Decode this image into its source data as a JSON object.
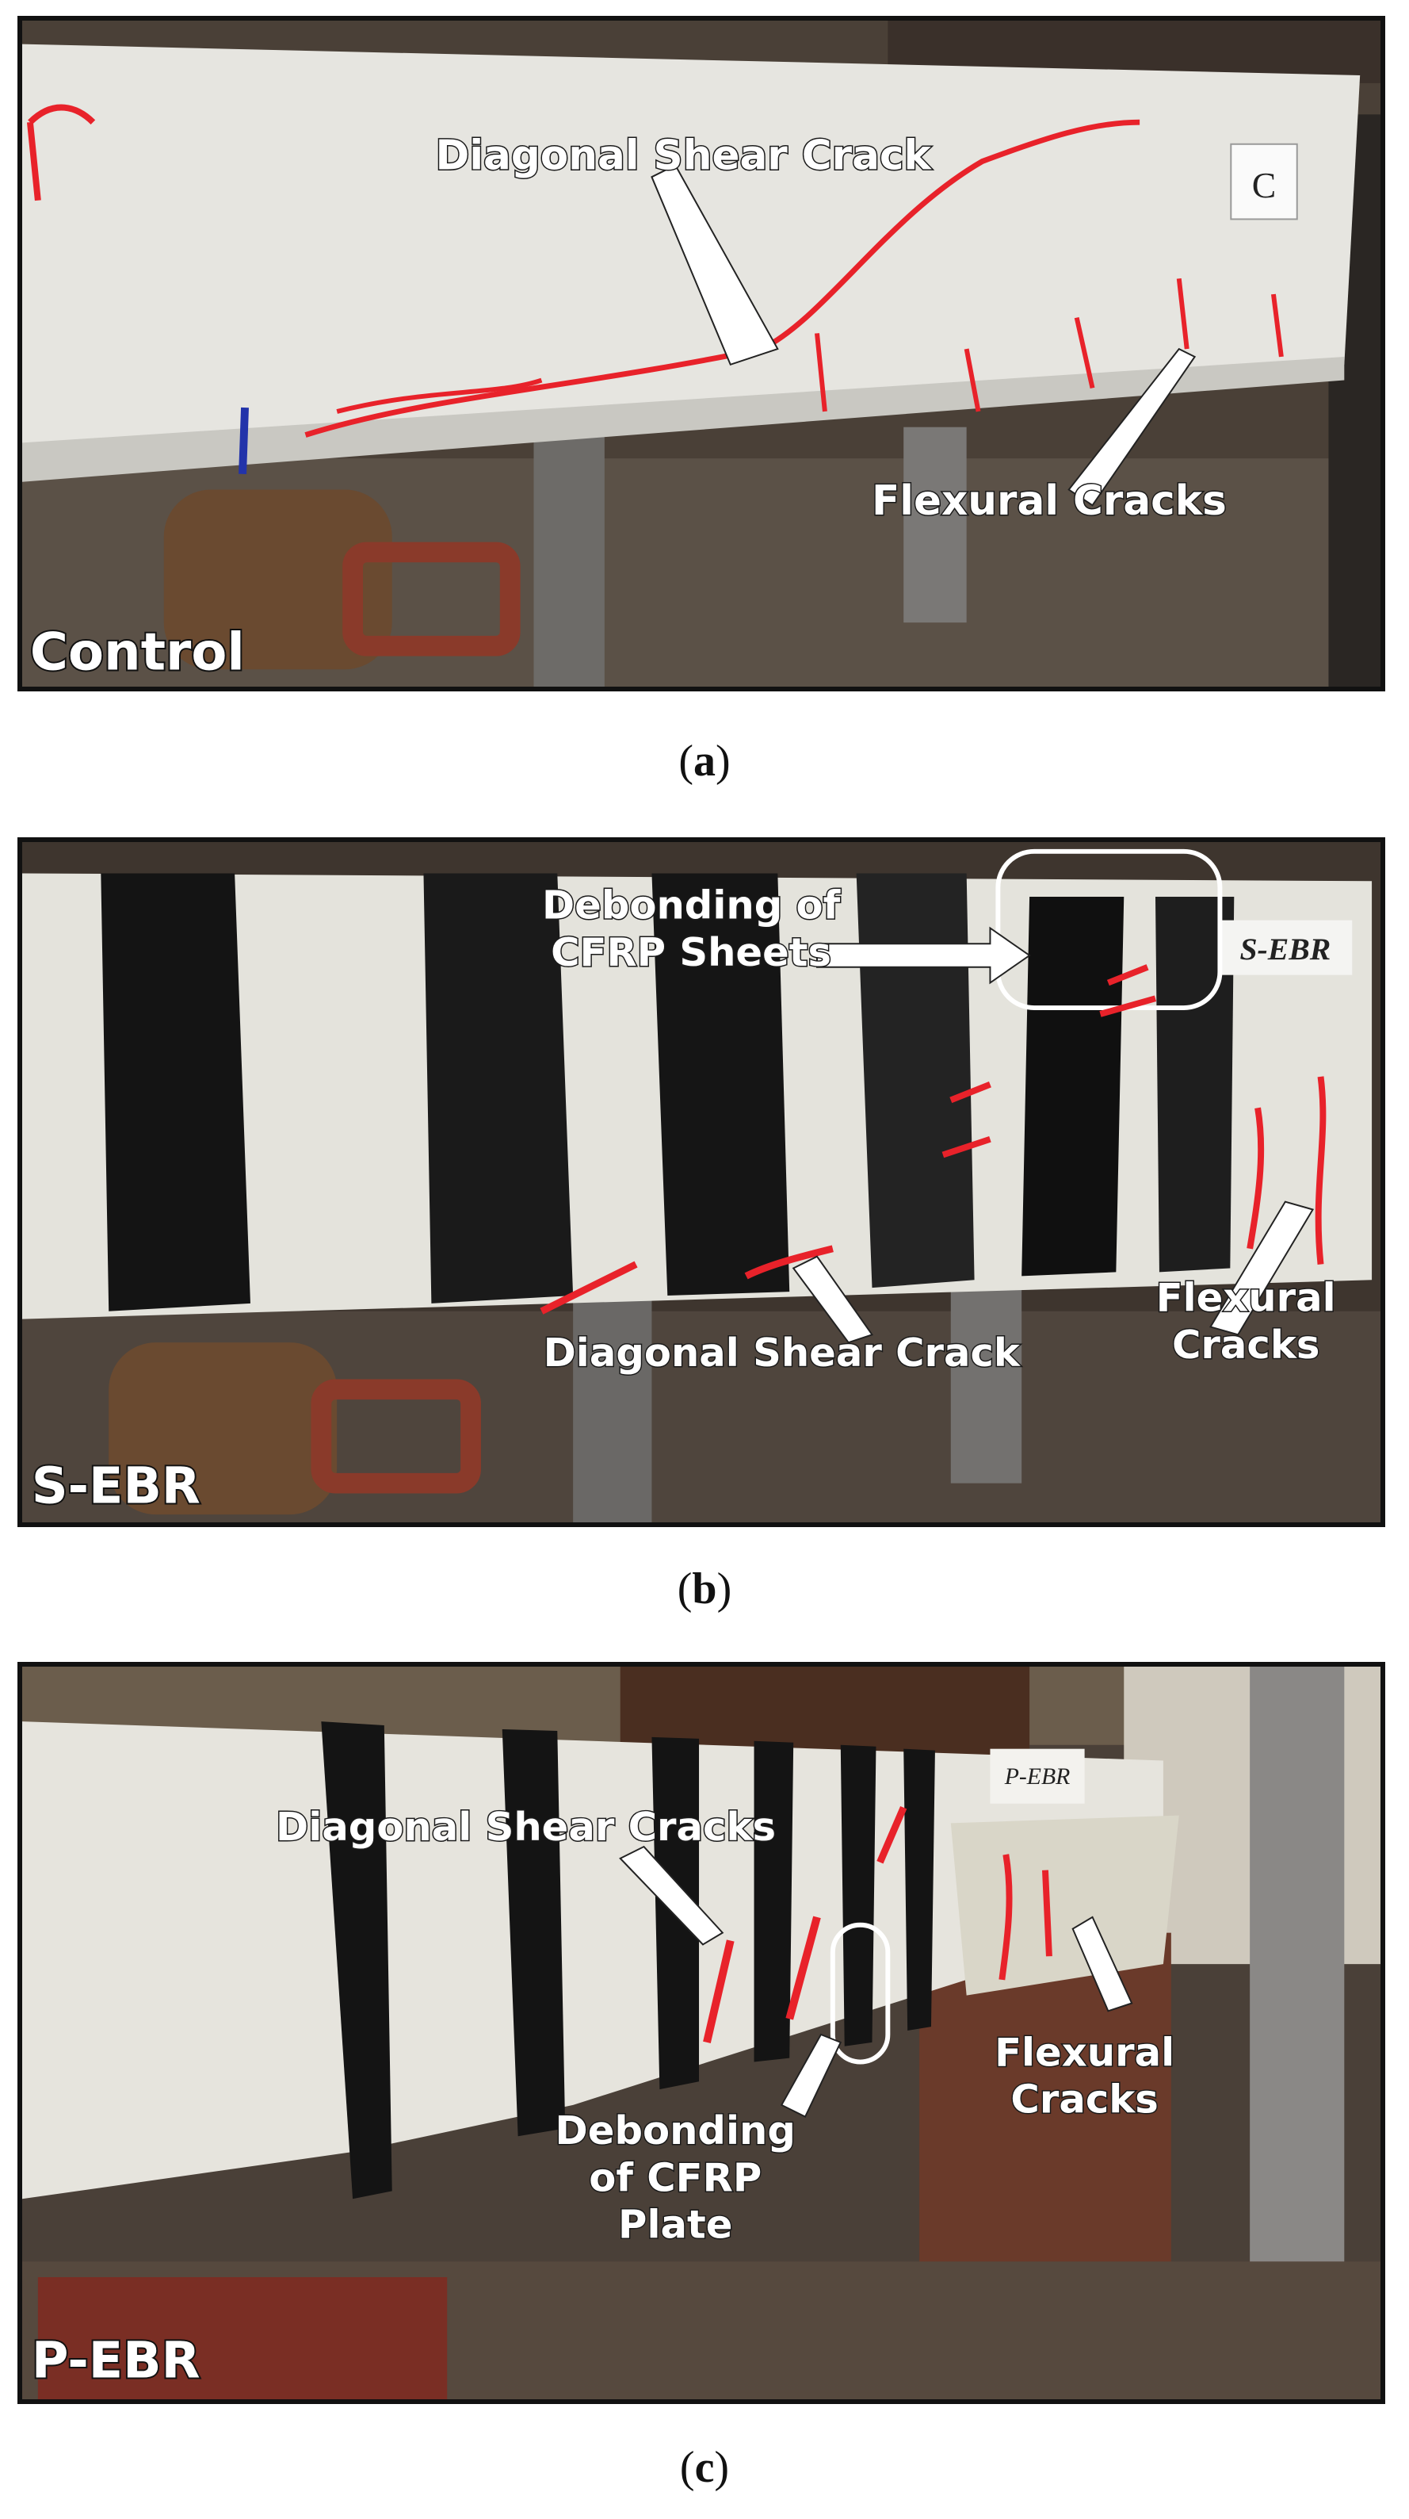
{
  "panels": [
    {
      "id": "a",
      "caption_letter": "a",
      "specimen_name": "Control",
      "beam_tag": "C",
      "annotations": [
        "Diagonal Shear Crack",
        "Flexural Cracks"
      ]
    },
    {
      "id": "b",
      "caption_letter": "b",
      "specimen_name": "S-EBR",
      "beam_tag": "S-EBR",
      "annotations": [
        "Debonding of",
        "CFRP Sheets",
        "Diagonal Shear Crack",
        "Flexural",
        "Cracks"
      ]
    },
    {
      "id": "c",
      "caption_letter": "c",
      "specimen_name": "P-EBR",
      "beam_tag": "P-EBR",
      "annotations": [
        "Diagonal Shear Cracks",
        "Debonding",
        "of CFRP",
        "Plate",
        "Flexural",
        "Cracks"
      ]
    }
  ],
  "colors": {
    "crack_marker": "#e8222a",
    "cfrp": "#141414",
    "concrete": "#e9e8e2",
    "arrow": "#ffffff"
  }
}
